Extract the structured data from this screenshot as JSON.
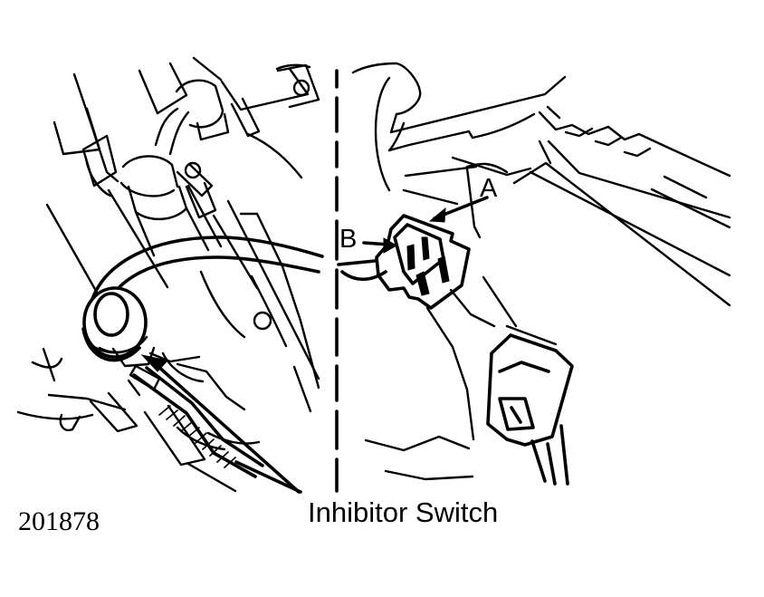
{
  "labels": {
    "a": "A",
    "b": "B"
  },
  "caption": "Inhibitor Switch",
  "figure_number": "201878",
  "colors": {
    "ink": "#000000",
    "paper": "#ffffff"
  }
}
